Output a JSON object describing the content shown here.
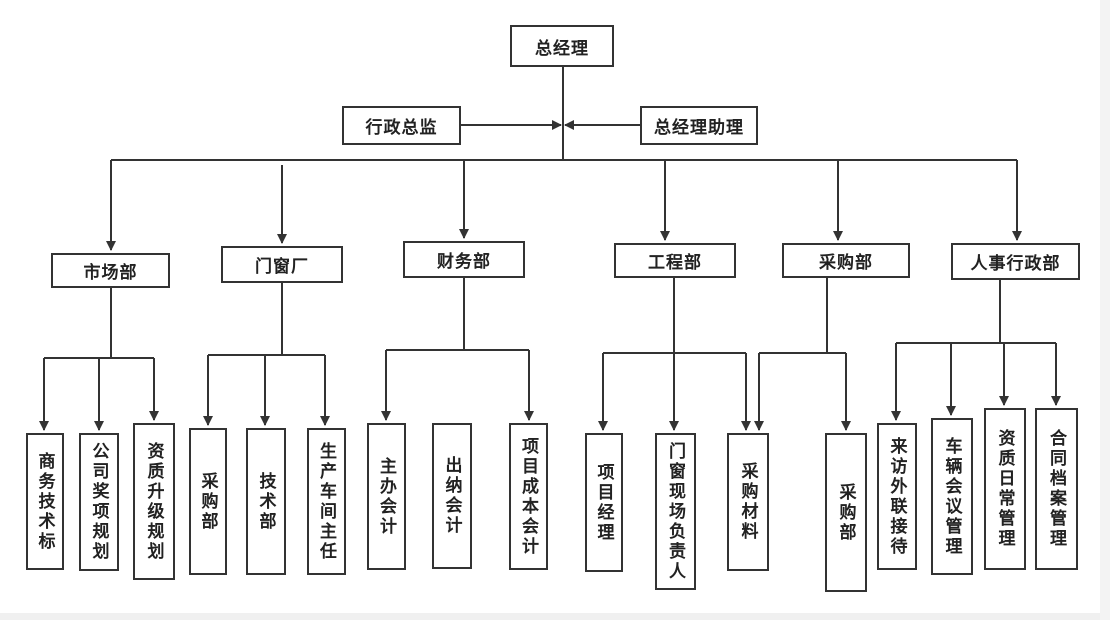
{
  "root": {
    "label": "总经理"
  },
  "assistants": {
    "left": {
      "label": "行政总监"
    },
    "right": {
      "label": "总经理助理"
    }
  },
  "departments": [
    {
      "label": "市场部",
      "children": [
        "商务技术标",
        "公司奖项规划",
        "资质升级规划"
      ]
    },
    {
      "label": "门窗厂",
      "children": [
        "采购部",
        "技术部",
        "生产车间主任"
      ]
    },
    {
      "label": "财务部",
      "children": [
        "主办会计",
        "出纳会计",
        "项目成本会计"
      ]
    },
    {
      "label": "工程部",
      "children": [
        "项目经理",
        "门窗现场负责人",
        "采购材料"
      ]
    },
    {
      "label": "采购部",
      "children": [
        "采购材料",
        "采购部"
      ]
    },
    {
      "label": "人事行政部",
      "children": [
        "来访外联接待",
        "车辆会议管理",
        "资质日常管理",
        "合同档案管理"
      ]
    }
  ],
  "colors": {
    "line": "#333333",
    "box_border": "#333333",
    "text": "#222222"
  }
}
